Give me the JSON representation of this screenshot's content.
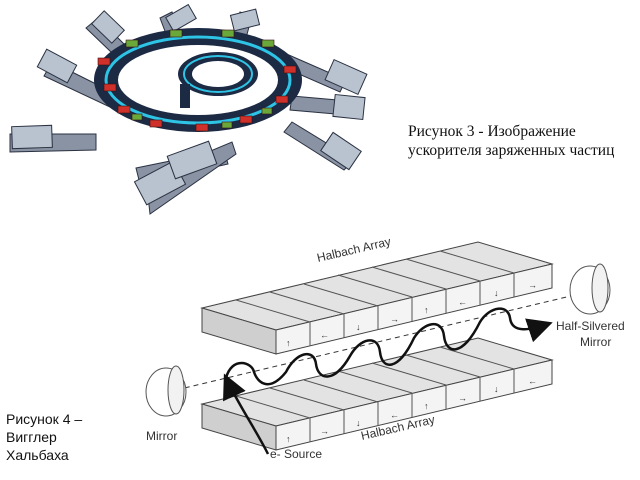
{
  "figure3": {
    "caption_line1": "Рисунок 3 - Изображение",
    "caption_line2": "ускорителя заряженных частиц"
  },
  "figure4": {
    "caption_line1": "Рисунок 4 –",
    "caption_line2": "Вигглер",
    "caption_line3": "Хальбаха",
    "label_top_array": "Halbach Array",
    "label_bottom_array": "Halbach Array",
    "label_half_mirror_1": "Half-Silvered",
    "label_half_mirror_2": "Mirror",
    "label_mirror": "Mirror",
    "label_source": "e- Source"
  },
  "colors": {
    "ring_dark": "#1c2a44",
    "ring_cyan": "#2ec4e6",
    "magnet_red": "#d0302a",
    "magnet_green": "#6aa83a",
    "beamline_gray": "#8a93a3",
    "block_top_face": "#e3e3e3",
    "block_front_face": "#f4f4f4",
    "block_shade": "#9a9a9a"
  }
}
